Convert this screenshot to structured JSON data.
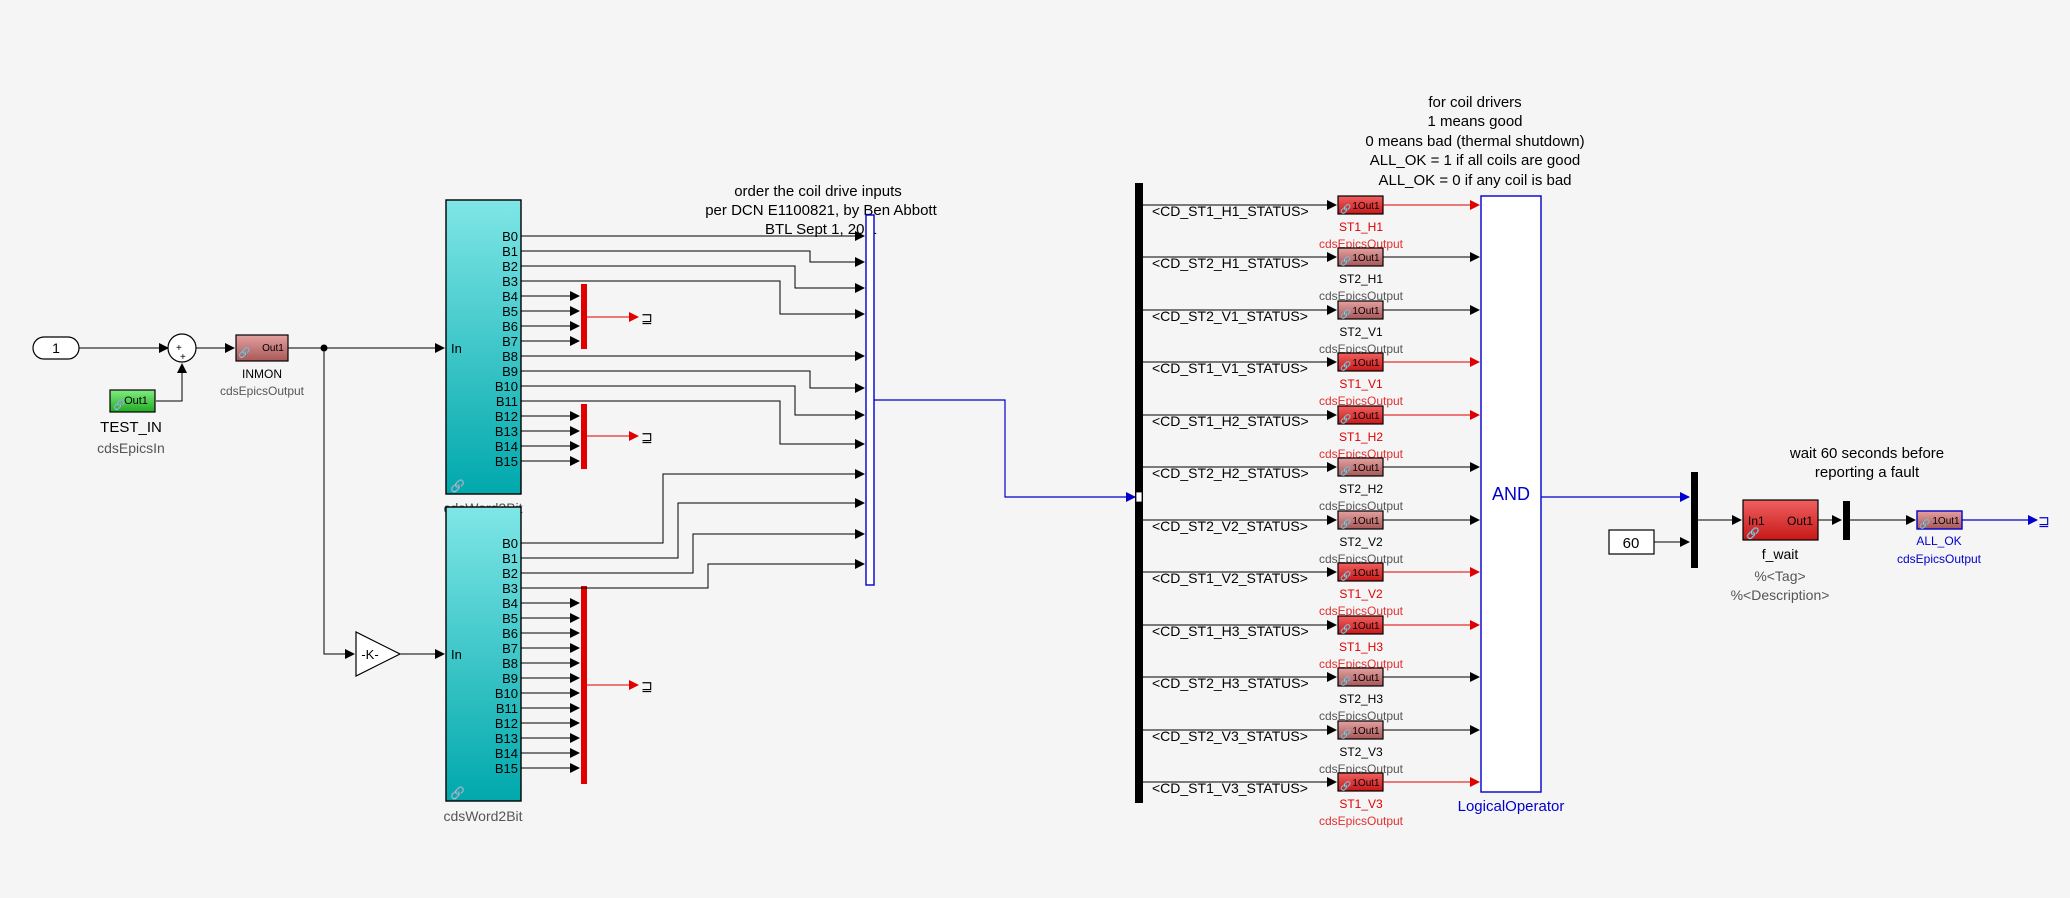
{
  "annotations": {
    "order": [
      "order the coil drive inputs",
      "per DCN E1100821, by Ben Abbott",
      "BTL Sept 1, 20 1"
    ],
    "coil": [
      "for coil drivers",
      "1 means good",
      "0 means bad (thermal shutdown)",
      "ALL_OK = 1 if all coils are good",
      "ALL_OK = 0 if any coil is bad"
    ],
    "wait": [
      "wait 60 seconds before",
      "reporting a fault"
    ]
  },
  "constant1": "1",
  "constant60": "60",
  "sum": {
    "plus1": "+",
    "plus2": "+"
  },
  "inmon": {
    "port": "Out1",
    "name": "INMON",
    "lib": "cdsEpicsOutput"
  },
  "test_in": {
    "port": "Out1",
    "name": "TEST_IN",
    "lib": "cdsEpicsIn"
  },
  "gain": "-K-",
  "word2bit": {
    "in_label": "In",
    "name1": "cdsWord2Bit",
    "name2": "cdsWord2Bit",
    "bits": [
      "B0",
      "B1",
      "B2",
      "B3",
      "B4",
      "B5",
      "B6",
      "B7",
      "B8",
      "B9",
      "B10",
      "B11",
      "B12",
      "B13",
      "B14",
      "B15"
    ]
  },
  "signals": [
    {
      "label": "<CD_ST1_H1_STATUS>",
      "port": "1Out1",
      "name": "ST1_H1",
      "lib": "cdsEpicsOutput",
      "red": true
    },
    {
      "label": "<CD_ST2_H1_STATUS>",
      "port": "1Out1",
      "name": "ST2_H1",
      "lib": "cdsEpicsOutput",
      "red": false
    },
    {
      "label": "<CD_ST2_V1_STATUS>",
      "port": "1Out1",
      "name": "ST2_V1",
      "lib": "cdsEpicsOutput",
      "red": false
    },
    {
      "label": "<CD_ST1_V1_STATUS>",
      "port": "1Out1",
      "name": "ST1_V1",
      "lib": "cdsEpicsOutput",
      "red": true
    },
    {
      "label": "<CD_ST1_H2_STATUS>",
      "port": "1Out1",
      "name": "ST1_H2",
      "lib": "cdsEpicsOutput",
      "red": true
    },
    {
      "label": "<CD_ST2_H2_STATUS>",
      "port": "1Out1",
      "name": "ST2_H2",
      "lib": "cdsEpicsOutput",
      "red": false
    },
    {
      "label": "<CD_ST2_V2_STATUS>",
      "port": "1Out1",
      "name": "ST2_V2",
      "lib": "cdsEpicsOutput",
      "red": false
    },
    {
      "label": "<CD_ST1_V2_STATUS>",
      "port": "1Out1",
      "name": "ST1_V2",
      "lib": "cdsEpicsOutput",
      "red": true
    },
    {
      "label": "<CD_ST1_H3_STATUS>",
      "port": "1Out1",
      "name": "ST1_H3",
      "lib": "cdsEpicsOutput",
      "red": true
    },
    {
      "label": "<CD_ST2_H3_STATUS>",
      "port": "1Out1",
      "name": "ST2_H3",
      "lib": "cdsEpicsOutput",
      "red": false
    },
    {
      "label": "<CD_ST2_V3_STATUS>",
      "port": "1Out1",
      "name": "ST2_V3",
      "lib": "cdsEpicsOutput",
      "red": false
    },
    {
      "label": "<CD_ST1_V3_STATUS>",
      "port": "1Out1",
      "name": "ST1_V3",
      "lib": "cdsEpicsOutput",
      "red": true
    }
  ],
  "and_block": {
    "text": "AND",
    "name": "LogicalOperator"
  },
  "fwait": {
    "in": "In1",
    "out": "Out1",
    "name": "f_wait",
    "tag": "%<Tag>",
    "desc": "%<Description>"
  },
  "allok": {
    "port": "1Out1",
    "name": "ALL_OK",
    "lib": "cdsEpicsOutput"
  },
  "colors": {
    "cyan": "#6fdede",
    "red": "#e00000",
    "blue": "#0000cc",
    "epics": "#c88080",
    "green": "#44cc44",
    "bg": "#f5f5f5"
  }
}
